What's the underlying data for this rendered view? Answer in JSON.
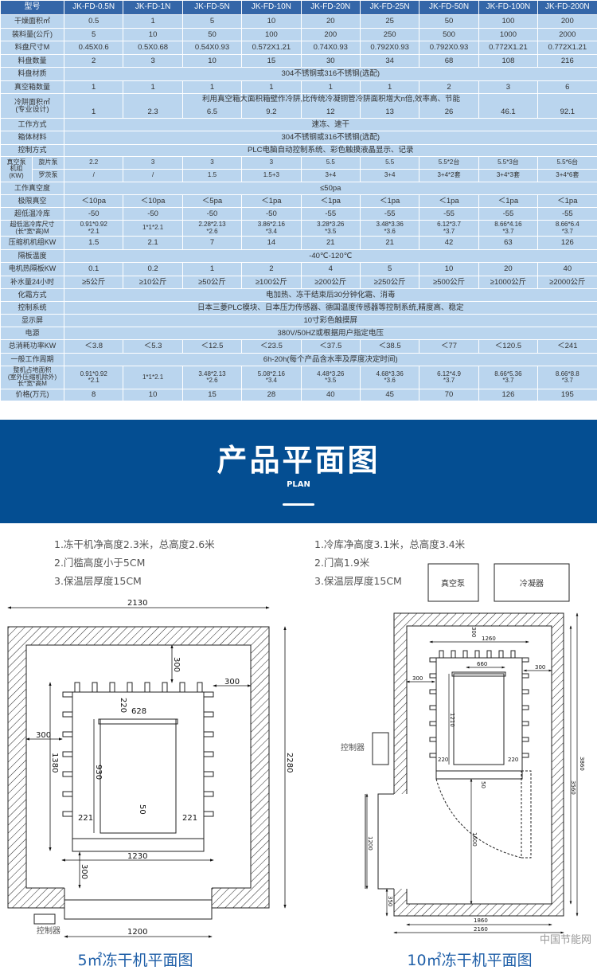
{
  "table": {
    "header": [
      "型号",
      "JK-FD-0.5N",
      "JK-FD-1N",
      "JK-FD-5N",
      "JK-FD-10N",
      "JK-FD-20N",
      "JK-FD-25N",
      "JK-FD-50N",
      "JK-FD-100N",
      "JK-FD-200N"
    ],
    "rows": [
      {
        "label": "干燥面积㎡",
        "values": [
          "0.5",
          "1",
          "5",
          "10",
          "20",
          "25",
          "50",
          "100",
          "200"
        ]
      },
      {
        "label": "装料量(公斤)",
        "values": [
          "5",
          "10",
          "50",
          "100",
          "200",
          "250",
          "500",
          "1000",
          "2000"
        ]
      },
      {
        "label": "料盘尺寸M",
        "values": [
          "0.45X0.6",
          "0.5X0.68",
          "0.54X0.93",
          "0.572X1.21",
          "0.74X0.93",
          "0.792X0.93",
          "0.792X0.93",
          "0.772X1.21",
          "0.772X1.21"
        ]
      },
      {
        "label": "料盘数量",
        "values": [
          "2",
          "3",
          "10",
          "15",
          "30",
          "34",
          "68",
          "108",
          "216"
        ]
      },
      {
        "label": "料盘材质",
        "span": "304不锈钢或316不锈钢(选配)"
      },
      {
        "label": "真空箱数量",
        "values": [
          "1",
          "1",
          "1",
          "1",
          "1",
          "1",
          "2",
          "3",
          "6"
        ]
      },
      {
        "label": "冷阱面积㎡\n(专业设计)",
        "note": "利用真空箱大面积箱壁作冷阱,比传统冷凝铜管冷阱面积增大n倍,效率高、节能",
        "values": [
          "1",
          "2.3",
          "6.5",
          "9.2",
          "12",
          "13",
          "26",
          "46.1",
          "92.1"
        ]
      },
      {
        "label": "工作方式",
        "span": "速冻、速干"
      },
      {
        "label": "箱体材料",
        "span": "304不锈钢或316不锈钢(选配)"
      },
      {
        "label": "控制方式",
        "span": "PLC电脑自动控制系统、彩色触摸液晶显示、记录"
      },
      {
        "label": "真空泵\n机组\n(KW)",
        "sub": [
          {
            "label": "旋片泵",
            "values": [
              "2.2",
              "3",
              "3",
              "3",
              "5.5",
              "5.5",
              "5.5*2台",
              "5.5*3台",
              "5.5*6台"
            ]
          },
          {
            "label": "罗茨泵",
            "values": [
              "/",
              "/",
              "1.5",
              "1.5+3",
              "3+4",
              "3+4",
              "3+4*2套",
              "3+4*3套",
              "3+4*6套"
            ]
          }
        ]
      },
      {
        "label": "工作真空度",
        "span": "≤50pa"
      },
      {
        "label": "极限真空",
        "values": [
          "＜10pa",
          "＜10pa",
          "＜5pa",
          "＜1pa",
          "＜1pa",
          "＜1pa",
          "＜1pa",
          "＜1pa",
          "＜1pa"
        ]
      },
      {
        "label": "超低温冷库",
        "values": [
          "-50",
          "-50",
          "-50",
          "-50",
          "-55",
          "-55",
          "-55",
          "-55",
          "-55"
        ]
      },
      {
        "label": "超低温冷库尺寸\n(长*宽*高)M",
        "small": true,
        "values": [
          "0.91*0.92\n*2.1",
          "1*1*2.1",
          "2.28*2.13\n*2.6",
          "3.86*2.16\n*3.4",
          "3.28*3.26\n*3.5",
          "3.48*3.36\n*3.6",
          "6.12*3.7\n*3.7",
          "8.66*4.16\n*3.7",
          "8.66*6.4\n*3.7"
        ]
      },
      {
        "label": "压缩机机组KW",
        "values": [
          "1.5",
          "2.1",
          "7",
          "14",
          "21",
          "21",
          "42",
          "63",
          "126"
        ]
      },
      {
        "label": "隔板温度",
        "span": "-40℃-120℃"
      },
      {
        "label": "电机热隔板KW",
        "values": [
          "0.1",
          "0.2",
          "1",
          "2",
          "4",
          "5",
          "10",
          "20",
          "40"
        ]
      },
      {
        "label": "补水量24小时",
        "values": [
          "≥5公斤",
          "≥10公斤",
          "≥50公斤",
          "≥100公斤",
          "≥200公斤",
          "≥250公斤",
          "≥500公斤",
          "≥1000公斤",
          "≥2000公斤"
        ]
      },
      {
        "label": "化霜方式",
        "span": "电加热、冻干结束后30分钟化霜、消毒"
      },
      {
        "label": "控制系统",
        "span": "日本三菱PLC模块、日本压力传感器、德国温度传感器等控制系统,精度高、稳定"
      },
      {
        "label": "显示屏",
        "span": "10寸彩色触摸屏"
      },
      {
        "label": "电源",
        "span": "380V/50HZ或根据用户指定电压"
      },
      {
        "label": "总消耗功率KW",
        "values": [
          "＜3.8",
          "＜5.3",
          "＜12.5",
          "＜23.5",
          "＜37.5",
          "＜38.5",
          "＜77",
          "＜120.5",
          "＜241"
        ]
      },
      {
        "label": "一般工作周期",
        "span": "6h-20h(每个产品含水率及厚度决定时间)"
      },
      {
        "label": "整机占地面积\n(室外压缩机除外)\n长*宽*高M",
        "small": true,
        "values": [
          "0.91*0.92\n*2.1",
          "1*1*2.1",
          "3.48*2.13\n*2.6",
          "5.08*2.16\n*3.4",
          "4.48*3.26\n*3.5",
          "4.68*3.36\n*3.6",
          "6.12*4.9\n*3.7",
          "8.66*5.36\n*3.7",
          "8.66*8.8\n*3.7"
        ]
      },
      {
        "label": "价格(万元)",
        "values": [
          "8",
          "10",
          "15",
          "28",
          "40",
          "45",
          "70",
          "126",
          "195"
        ]
      }
    ]
  },
  "banner": {
    "title": "产品平面图",
    "subtitle": "PLAN"
  },
  "drawings": {
    "left": {
      "notes": [
        "1.冻干机净高度2.3米，总高度2.6米",
        "2.门槛高度小于5CM",
        "3.保温层厚度15CM"
      ],
      "dims": [
        "2130",
        "300",
        "300",
        "220",
        "628",
        "300",
        "1380",
        "930",
        "221",
        "221",
        "50",
        "1230",
        "300",
        "2280",
        "1200"
      ],
      "controller": "控制器",
      "caption": "5㎡冻干机平面图"
    },
    "right": {
      "notes": [
        "1.冷库净高度3.1米，总高度3.4米",
        "2.门高1.9米",
        "3.保温层厚度15CM"
      ],
      "pump": "真空泵",
      "condenser": "冷凝器",
      "dims": [
        "1260",
        "300",
        "660",
        "300",
        "300",
        "1210",
        "220",
        "220",
        "50",
        "1200",
        "350",
        "1600",
        "1860",
        "2160",
        "3860",
        "3560"
      ],
      "controller": "控制器",
      "caption": "10㎡冻干机平面图"
    },
    "watermark": "中国节能网"
  },
  "colors": {
    "header": "#3466a8",
    "cell": "#bad5ee",
    "banner": "#044e92",
    "caption": "#1f5fa8"
  }
}
